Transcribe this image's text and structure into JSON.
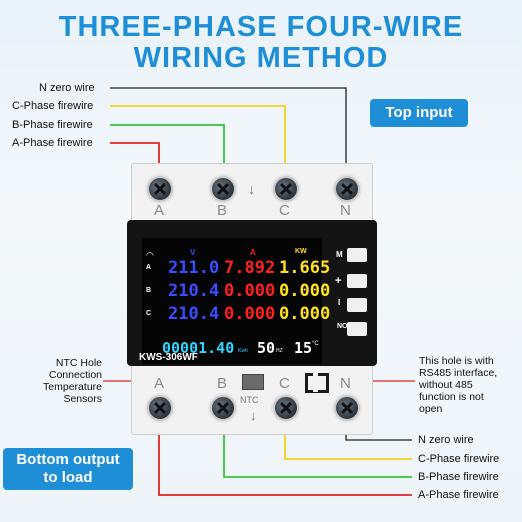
{
  "title_line1": "THREE-PHASE FOUR-WIRE",
  "title_line2": "WIRING METHOD",
  "top_input": "Top input",
  "bottom_output_1": "Bottom output",
  "bottom_output_2": "to load",
  "top_wires": [
    "N zero wire",
    "C-Phase firewire",
    "B-Phase firewire",
    "A-Phase firewire"
  ],
  "bottom_wires": [
    "N zero wire",
    "C-Phase firewire",
    "B-Phase firewire",
    "A-Phase firewire"
  ],
  "terminals_top": [
    "A",
    "B",
    "C",
    "N"
  ],
  "terminals_bottom": [
    "A",
    "B",
    "C",
    "N"
  ],
  "ntc_label": "NTC",
  "ntc_note": [
    "NTC Hole",
    "Connection",
    "Temperature",
    "Sensors"
  ],
  "rs485_note": [
    "This hole is with",
    "RS485 interface,",
    "without 485",
    "function is not",
    "open"
  ],
  "model": "KWS-306WF",
  "buttons": [
    "M",
    "+",
    "I",
    "NO/OFF"
  ],
  "display": {
    "col_units": [
      "V",
      "A",
      "KW"
    ],
    "rows": [
      {
        "label": "A",
        "v": "211.0",
        "a": "7.892",
        "kw": "1.665"
      },
      {
        "label": "B",
        "v": "210.4",
        "a": "0.000",
        "kw": "0.000"
      },
      {
        "label": "C",
        "v": "210.4",
        "a": "0.000",
        "kw": "0.000"
      }
    ],
    "energy": "00001.40",
    "energy_unit": "Kwh",
    "freq": "50",
    "freq_unit": "HZ",
    "temp": "15",
    "temp_unit": "°C"
  },
  "colors": {
    "title": "#1e8fd6",
    "n": "#222222",
    "c": "#f2d21b",
    "b": "#35c43a",
    "a": "#e02525",
    "volt": "#3a4cff",
    "amp": "#ff2020",
    "kw": "#ffe21a",
    "energy": "#33d4ff"
  }
}
